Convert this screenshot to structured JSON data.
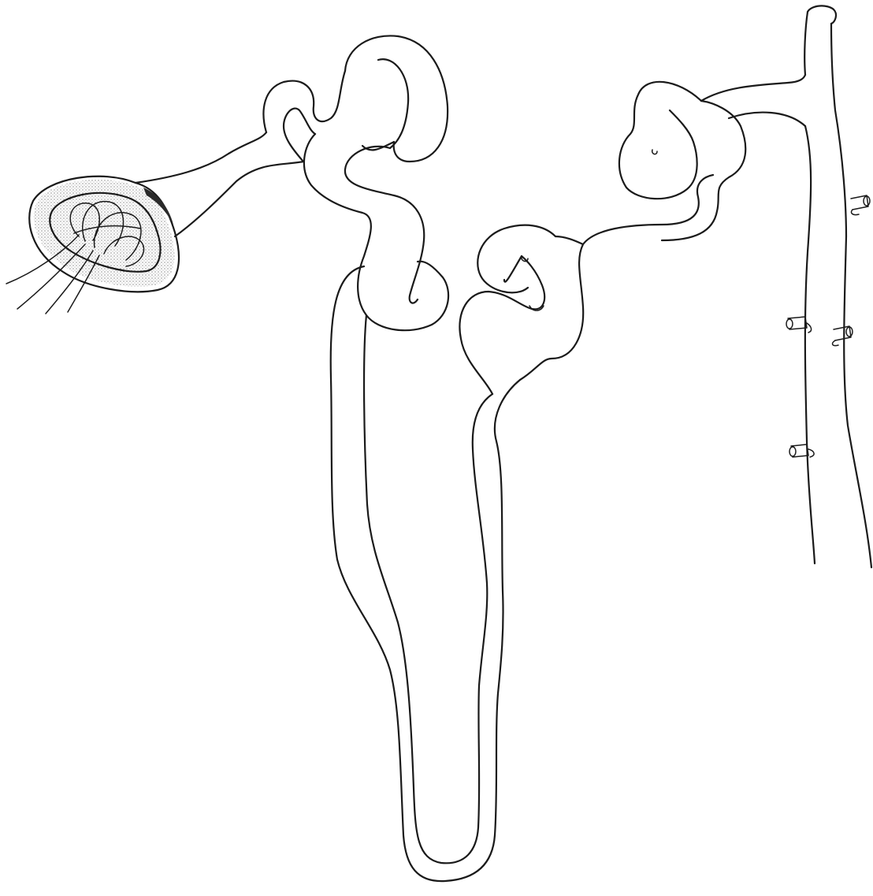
{
  "figure": {
    "title": "",
    "background": "#ffffff",
    "line_color": "#1a1a1a",
    "stipple_color": "#555555",
    "parts": [
      "glomerulus-capsule-icon",
      "proximal-convoluted-tubule",
      "loop-of-henle",
      "distal-convoluted-tubule",
      "collecting-duct"
    ]
  }
}
